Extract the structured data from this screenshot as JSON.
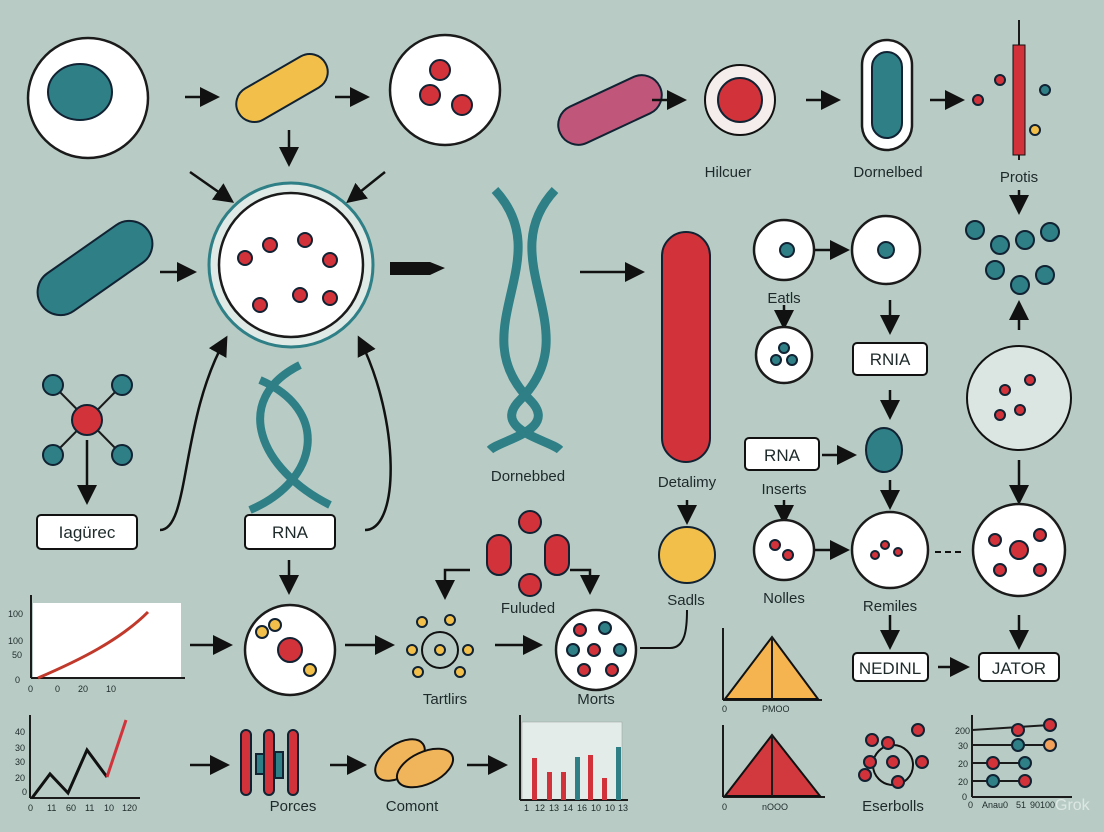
{
  "colors": {
    "background": "#b8ccc5",
    "teal": "#2e7f86",
    "red": "#d2333b",
    "yellow": "#f2bf4a"
  },
  "labels": {
    "hilcuer": "Hilcuer",
    "dornelbed_top": "Dornelbed",
    "protis": "Protis",
    "dornebbed": "Dornebbed",
    "detalimy": "Detalimy",
    "fuluded": "Fuluded",
    "sadls": "Sadls",
    "tartlirs": "Tartlirs",
    "morts": "Morts",
    "eatls": "Eatls",
    "inserts": "Inserts",
    "nolles": "Nolles",
    "remiles": "Remiles",
    "porces": "Porces",
    "comont": "Comont",
    "eserbolls": "Eserbolls"
  },
  "boxes": {
    "iagurec": "Iagürec",
    "rna_left": "RNA",
    "rnia": "RNIA",
    "rna_right": "RNA",
    "nedinl": "NEDINL",
    "jator": "JATOR"
  },
  "charts": {
    "line_chart": {
      "y_ticks": [
        "100",
        "100",
        "50",
        "0"
      ],
      "x_ticks": [
        "0",
        "0",
        "20",
        "10"
      ]
    },
    "zigzag_chart": {
      "y_ticks": [
        "40",
        "30",
        "30",
        "20",
        "0"
      ],
      "x_ticks": [
        "0",
        "11",
        "60",
        "11",
        "10",
        "120"
      ]
    },
    "bar_chart": {
      "x_ticks": [
        "1",
        "12",
        "13",
        "14",
        "16",
        "10",
        "10",
        "13"
      ]
    },
    "triangle_top": {
      "x_ticks": [
        "0",
        "PMOO"
      ]
    },
    "triangle_bottom": {
      "x_ticks": [
        "0",
        "nOOO"
      ]
    },
    "dot_chart": {
      "y_ticks": [
        "200",
        "30",
        "20",
        "20",
        "0"
      ],
      "x_ticks": [
        "0",
        "Anau0",
        "51",
        "90100"
      ]
    }
  },
  "watermark": "Grok"
}
